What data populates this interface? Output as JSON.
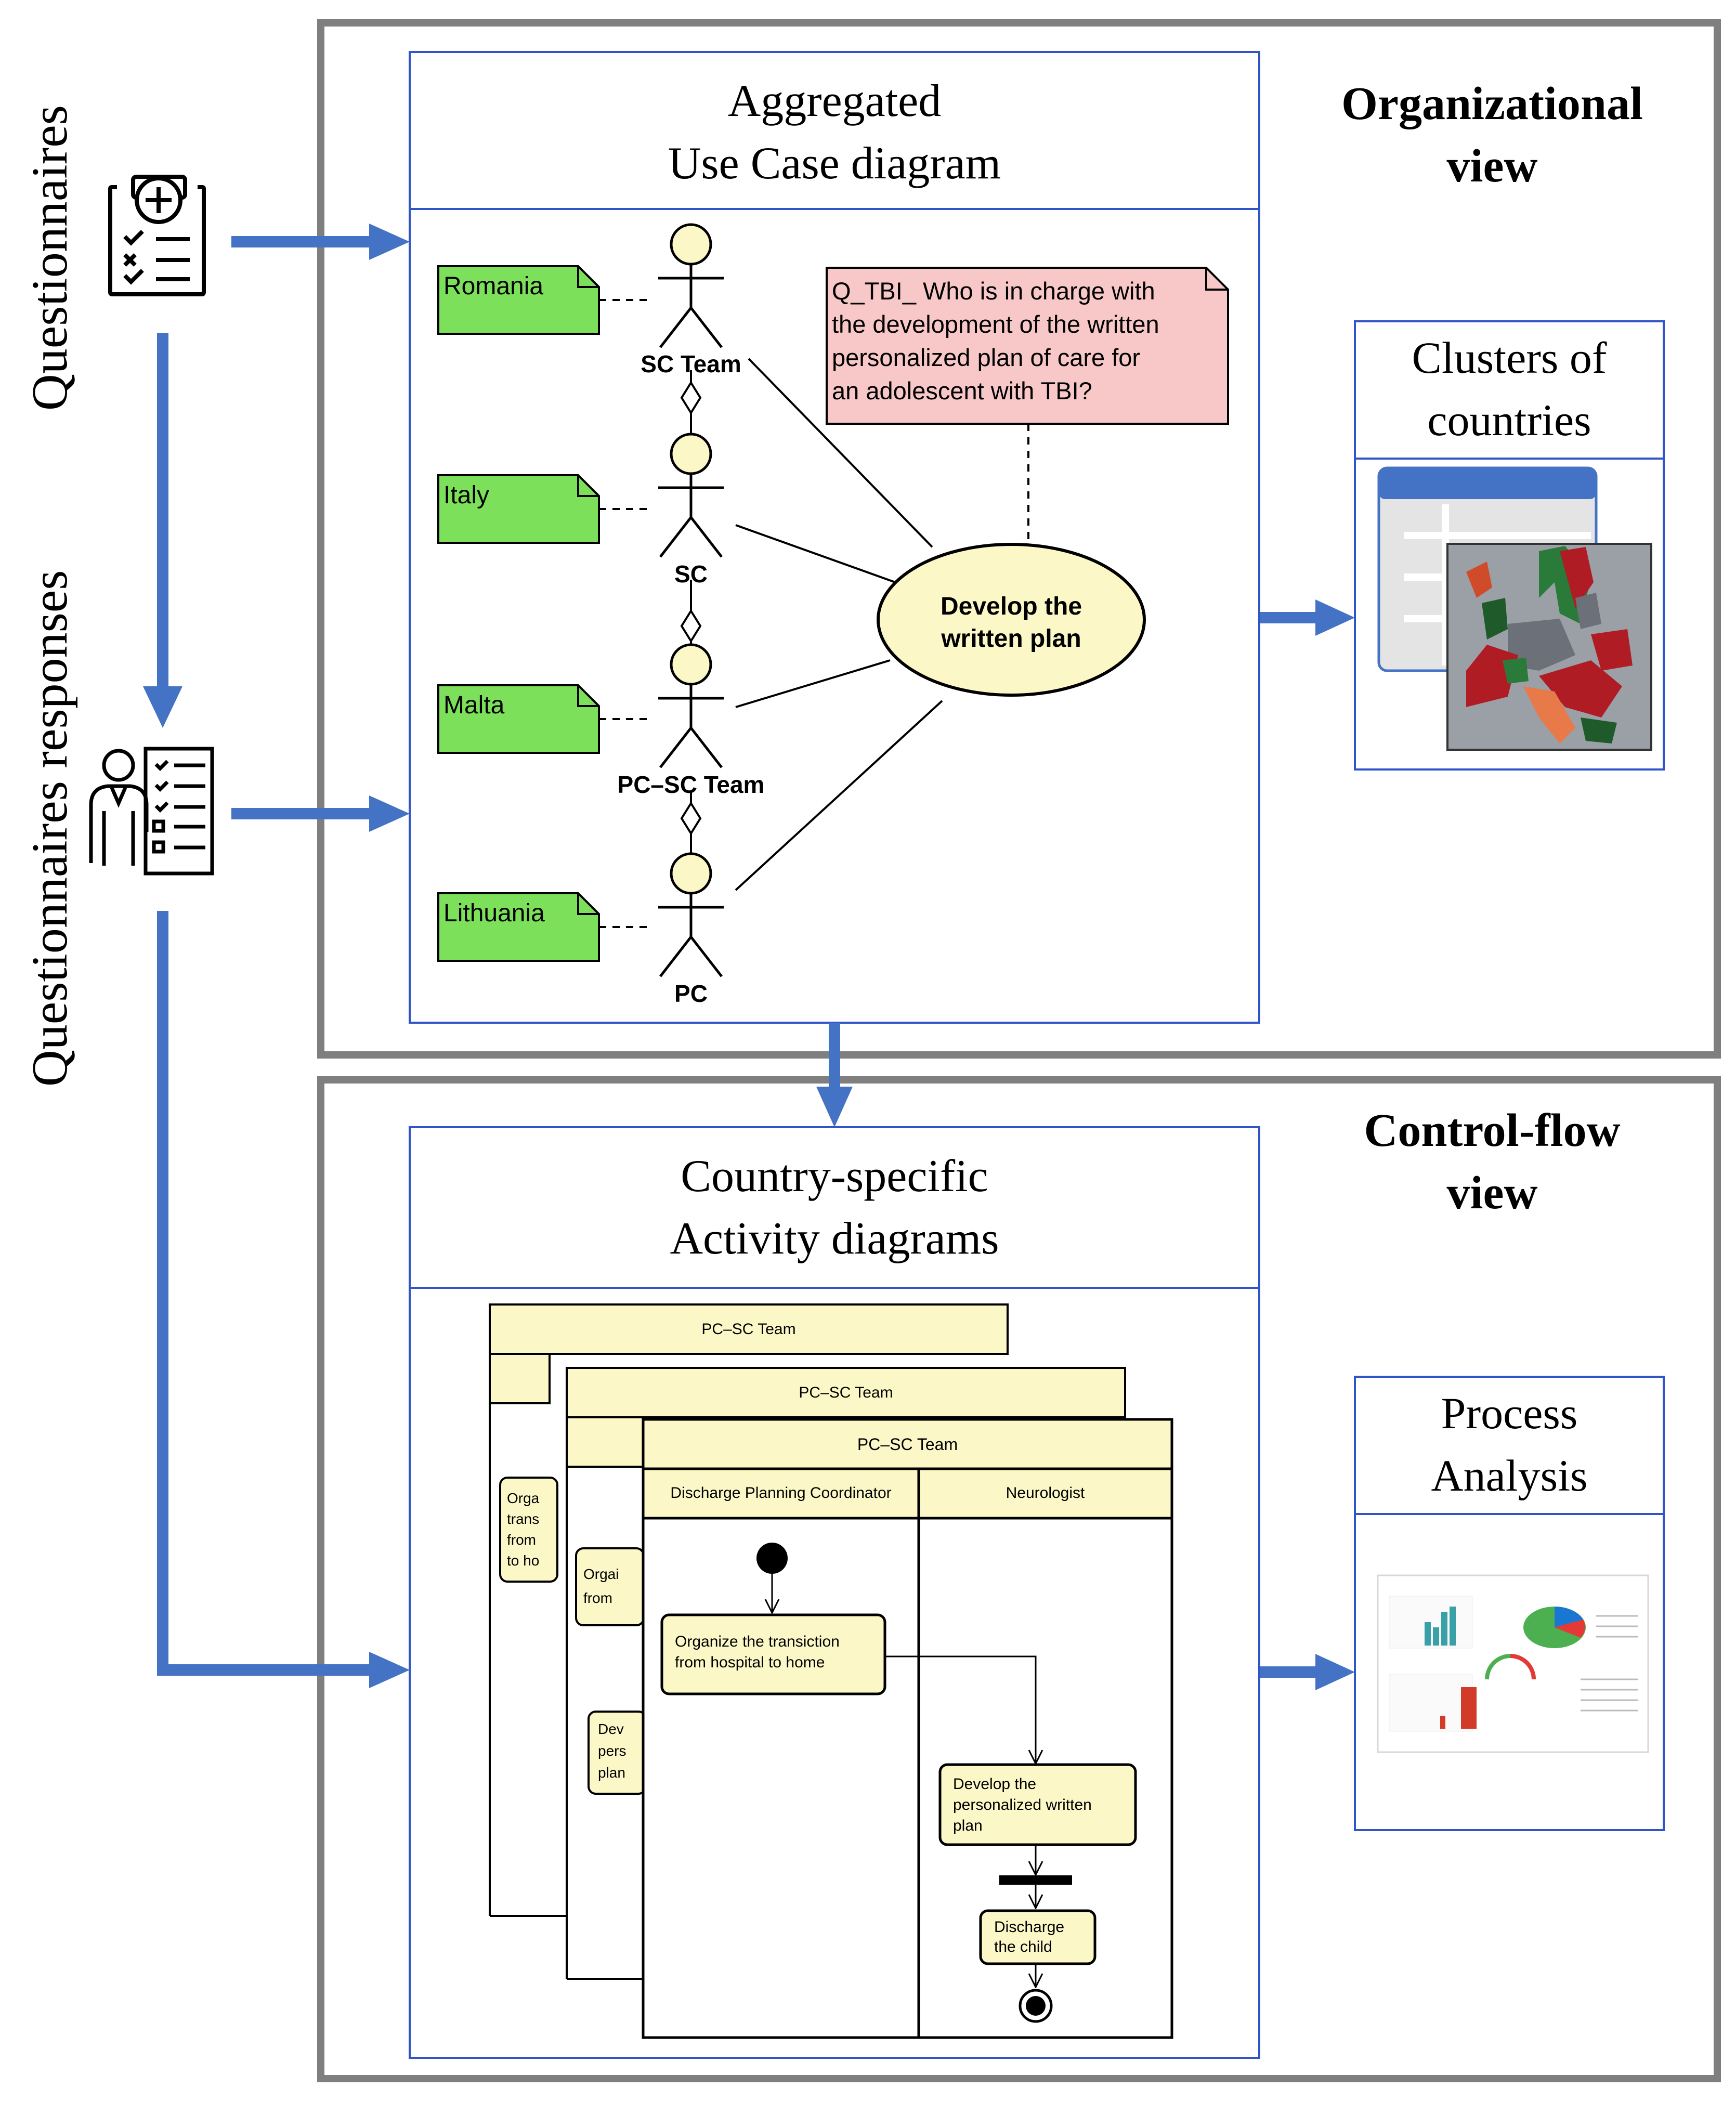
{
  "left_labels": {
    "questionnaires": "Questionnaires",
    "responses": "Questionnaires  responses"
  },
  "views": {
    "organizational": [
      "Organizational",
      "view"
    ],
    "control_flow": [
      "Control-flow",
      "view"
    ]
  },
  "use_case": {
    "title": [
      "Aggregated",
      "Use Case diagram"
    ],
    "countries": [
      "Romania",
      "Italy",
      "Malta",
      "Lithuania"
    ],
    "actors": [
      "SC Team",
      "SC",
      "PC–SC Team",
      "PC"
    ],
    "question": [
      "Q_TBI_ Who is in charge with",
      "the development of the written",
      "personalized plan of care for",
      "an adolescent with TBI?"
    ],
    "use_case_label": [
      "Develop the",
      "written plan"
    ]
  },
  "clusters": {
    "title": [
      "Clusters of",
      "countries"
    ]
  },
  "activity": {
    "title": [
      "Country-specific",
      "Activity diagrams"
    ],
    "pool_name": "PC–SC Team",
    "lanes": [
      "Discharge Planning Coordinator",
      "Neurologist"
    ],
    "actions": {
      "organize": [
        "Organize the transiction",
        "from hospital to home"
      ],
      "develop": [
        "Develop the",
        "personalized written",
        "plan"
      ],
      "discharge": [
        "Discharge",
        "the child"
      ]
    },
    "back_fragments": {
      "b1": [
        "Orga",
        "trans",
        "from",
        "to ho"
      ],
      "b2a": [
        "Orgai",
        "from"
      ],
      "b2b": [
        "Dev",
        "pers",
        "plan"
      ]
    }
  },
  "process": {
    "title": [
      "Process",
      "Analysis"
    ]
  },
  "colors": {
    "arrow": "#4472C4",
    "frame": "#7f7f7f",
    "box_border": "#2F55C8",
    "country_note": "#7CE05A",
    "question_note": "#F8C8C8",
    "actor_fill": "#FBF7C6",
    "activity_fill": "#FBF7C6"
  }
}
